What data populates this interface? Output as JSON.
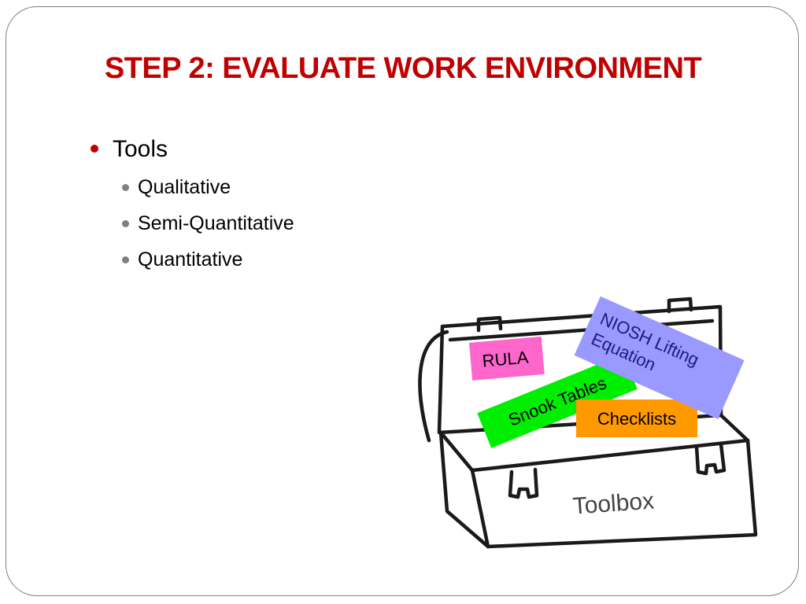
{
  "slide": {
    "title": "STEP 2: EVALUATE WORK ENVIRONMENT",
    "bullets": [
      {
        "text": "Tools",
        "children": [
          "Qualitative",
          "Semi-Quantitative",
          "Quantitative"
        ]
      }
    ]
  },
  "toolbox": {
    "box_label": "Toolbox",
    "tags": {
      "rula": {
        "text": "RULA",
        "color": "#ff66cc"
      },
      "snook": {
        "text": "Snook Tables",
        "color": "#00ee00"
      },
      "checklists": {
        "text": "Checklists",
        "color": "#ff9900"
      },
      "niosh": {
        "line1": "NIOSH Lifting",
        "line2": "Equation",
        "color": "#9999ff"
      }
    }
  },
  "colors": {
    "title": "#c00000",
    "bullet_level1": "#c00000",
    "bullet_level2": "#7f7f7f"
  }
}
